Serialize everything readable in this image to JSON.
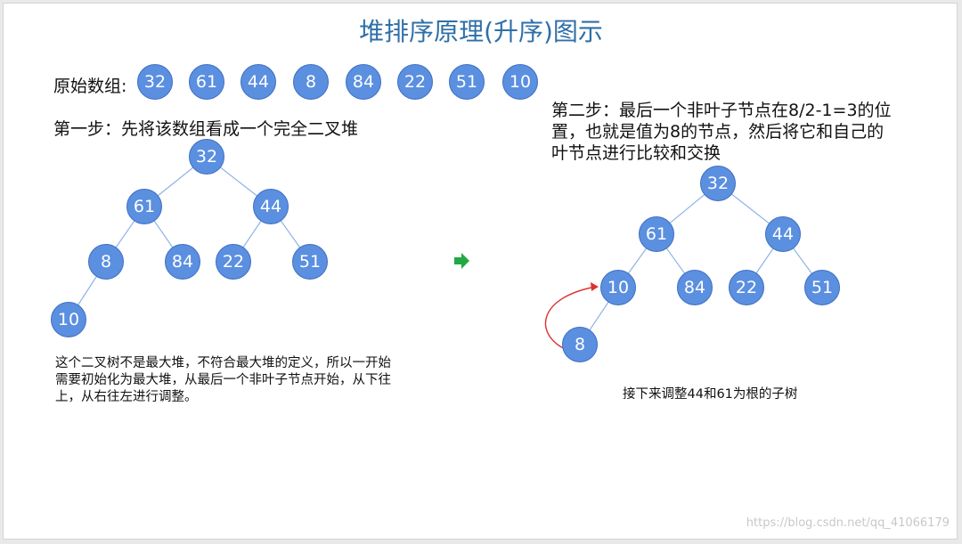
{
  "title": "堆排序原理(升序)图示",
  "array": {
    "label": "原始数组:",
    "values": [
      "32",
      "61",
      "44",
      "8",
      "84",
      "22",
      "51",
      "10"
    ]
  },
  "step1": {
    "title": "第一步：先将该数组看成一个完全二叉堆",
    "nodes": [
      "32",
      "61",
      "44",
      "8",
      "84",
      "22",
      "51",
      "10"
    ],
    "note": "这个二叉树不是最大堆，不符合最大堆的定义，所以一开始需要初始化为最大堆，从最后一个非叶子节点开始，从下往上，从右往左进行调整。"
  },
  "step2": {
    "title": "第二步：最后一个非叶子节点在8/2-1=3的位置，也就是值为8的节点，然后将它和自己的叶节点进行比较和交换",
    "nodes": [
      "32",
      "61",
      "44",
      "10",
      "84",
      "22",
      "51",
      "8"
    ],
    "note": "接下来调整44和61为根的子树"
  },
  "colors": {
    "node_fill": "#5b8fe0",
    "title": "#2f6fa8",
    "arrow": "#22a845",
    "swap_arrow": "#e03030",
    "edge": "#8fb3e8"
  },
  "icons": {
    "next": "arrow-right-icon"
  },
  "watermark": "https://blog.csdn.net/qq_41066179"
}
